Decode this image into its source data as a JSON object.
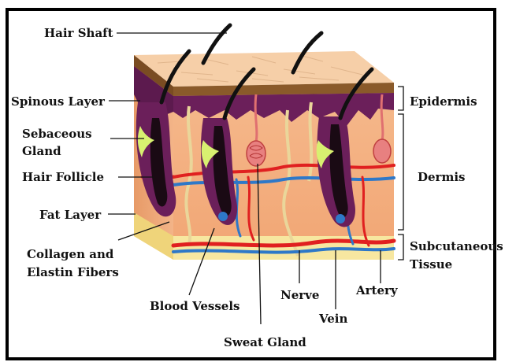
{
  "labels": {
    "hair_shaft": "Hair Shaft",
    "spinous_layer": "Spinous Layer",
    "sebaceous_1": "Sebaceous",
    "sebaceous_2": "Gland",
    "hair_follicle": "Hair Follicle",
    "fat_layer": "Fat Layer",
    "collagen_1": "Collagen and",
    "collagen_2": "Elastin Fibers",
    "blood_vessels": "Blood Vessels",
    "nerve": "Nerve",
    "vein": "Vein",
    "artery": "Artery",
    "sweat_gland": "Sweat Gland",
    "epidermis": "Epidermis",
    "dermis": "Dermis",
    "subcutaneous_1": "Subcutaneous",
    "subcutaneous_2": "Tissue"
  },
  "colors": {
    "skin_top": "#f6cfa8",
    "epidermis_band": "#8a5a2a",
    "follicle_purple": "#6b1f5a",
    "dermis": "#f3b487",
    "fat": "#f7e7a0",
    "artery": "#e02020",
    "vein": "#2e78c8",
    "nerve": "#e8d090",
    "sebaceous": "#d8f070",
    "hair": "#111111"
  }
}
